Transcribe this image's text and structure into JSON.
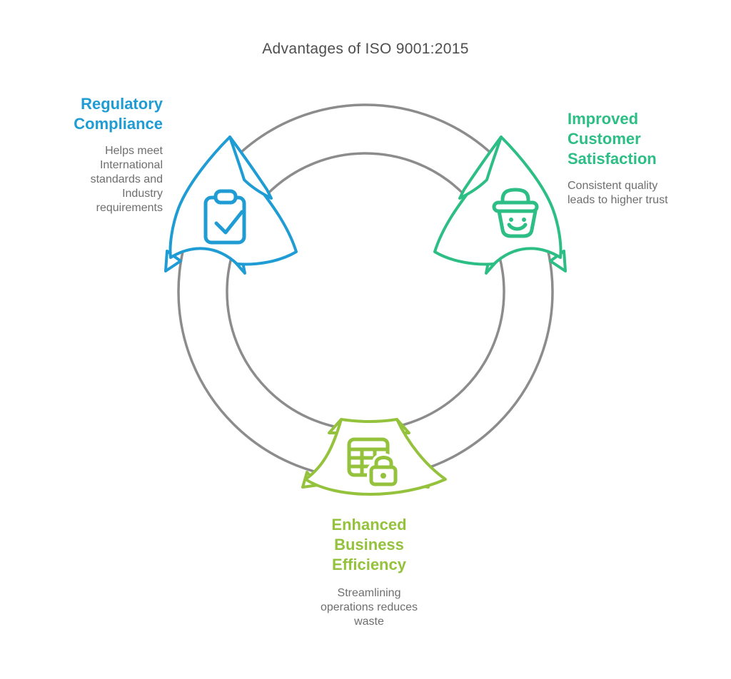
{
  "title": "Advantages of ISO 9001:2015",
  "colors": {
    "blue": "#1F9CD3",
    "green": "#2DBE85",
    "lime": "#95C23C",
    "ring-gray": "#8C8C8C",
    "title-gray": "#4E4E4E",
    "desc-gray": "#6E6E6E"
  },
  "nodes": [
    {
      "id": "regulatory-compliance",
      "heading": "Regulatory\nCompliance",
      "description": "Helps meet\nInternational\nstandards and\nIndustry\nrequirements",
      "icon": "clipboard-check-icon",
      "color": "#1F9CD3"
    },
    {
      "id": "improved-customer-satisfaction",
      "heading": "Improved\nCustomer\nSatisfaction",
      "description": "Consistent quality\nleads to higher trust",
      "icon": "smiling-basket-icon",
      "color": "#2DBE85"
    },
    {
      "id": "enhanced-business-efficiency",
      "heading": "Enhanced\nBusiness\nEfficiency",
      "description": "Streamlining\noperations reduces\nwaste",
      "icon": "spreadsheet-lock-icon",
      "color": "#95C23C"
    }
  ]
}
